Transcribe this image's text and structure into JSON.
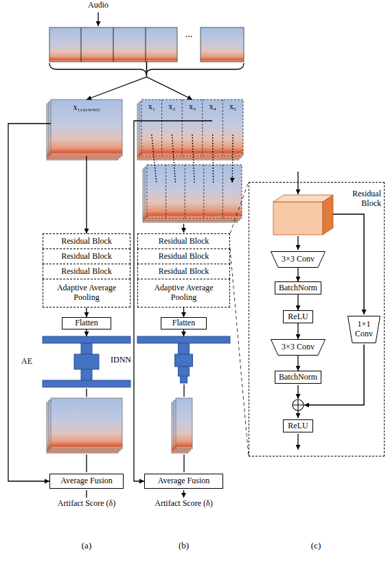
{
  "diagram": {
    "nodes": [
      {
        "text": [
          "..."
        ]
      },
      {
        "text": [
          "x₁,₂,₃,₄,₅"
        ]
      },
      {
        "text": [
          "Residual Block"
        ]
      },
      {
        "text": [
          "Residual Block"
        ]
      },
      {
        "text": [
          "Residual Block"
        ]
      },
      {
        "text": [
          "Adaptive Average Pooling"
        ]
      },
      {
        "text": [
          "Flatten"
        ]
      },
      {
        "text": [
          "AE"
        ]
      },
      {
        "text": [
          "Average Fusion"
        ]
      },
      {
        "text": [
          "x₁",
          "x₂",
          "x₃",
          "x₄",
          "x₅"
        ]
      },
      {
        "text": [
          "Residual Block"
        ]
      },
      {
        "text": [
          "Residual Block"
        ]
      },
      {
        "text": [
          "Residual Block"
        ]
      },
      {
        "text": [
          "Adaptive Average Pooling"
        ]
      },
      {
        "text": [
          "Flatten"
        ]
      },
      {
        "text": [
          "IDNN"
        ]
      },
      {
        "text": [
          "Average Fusion"
        ]
      },
      {
        "text": [
          "Residual Block"
        ]
      },
      {
        "text": [
          "3×3 Conv"
        ],
        "in": 17
      },
      {
        "text": [
          "BatchNorm"
        ],
        "in": 17
      },
      {
        "text": [
          "ReLU"
        ],
        "in": 17
      },
      {
        "text": [
          "3×3 Conv"
        ],
        "in": 17
      },
      {
        "text": [
          "BatchNorm"
        ],
        "in": 17
      },
      {
        "text": [
          "1×1 Conv"
        ],
        "in": 17
      },
      {
        "text": [
          "ReLU"
        ],
        "in": 17
      }
    ],
    "edges": [
      {
        "from": 0,
        "to": 1,
        "arrow": "to"
      },
      {
        "from": 0,
        "to": 9,
        "arrow": "to"
      },
      {
        "from": 1,
        "to": 2,
        "arrow": "to"
      },
      {
        "from": 5,
        "to": 6,
        "arrow": "to"
      },
      {
        "from": 6,
        "to": 7,
        "arrow": "to"
      },
      {
        "from": 1,
        "to": 8,
        "arrow": "to"
      },
      {
        "from": 9,
        "to": 16,
        "arrow": "to"
      },
      {
        "from": 13,
        "to": 14,
        "arrow": "to"
      },
      {
        "from": 14,
        "to": 15,
        "arrow": "to"
      },
      {
        "from": 18,
        "to": 19,
        "arrow": "to"
      },
      {
        "from": 19,
        "to": 20,
        "arrow": "to"
      },
      {
        "from": 20,
        "to": 21,
        "arrow": "to"
      },
      {
        "from": 21,
        "to": 22,
        "arrow": "to"
      }
    ],
    "labels": [
      "Audio",
      "Artifact Score (δ)",
      "Artifact Score (δ)",
      "(a)",
      "(b)",
      "(c)"
    ]
  }
}
